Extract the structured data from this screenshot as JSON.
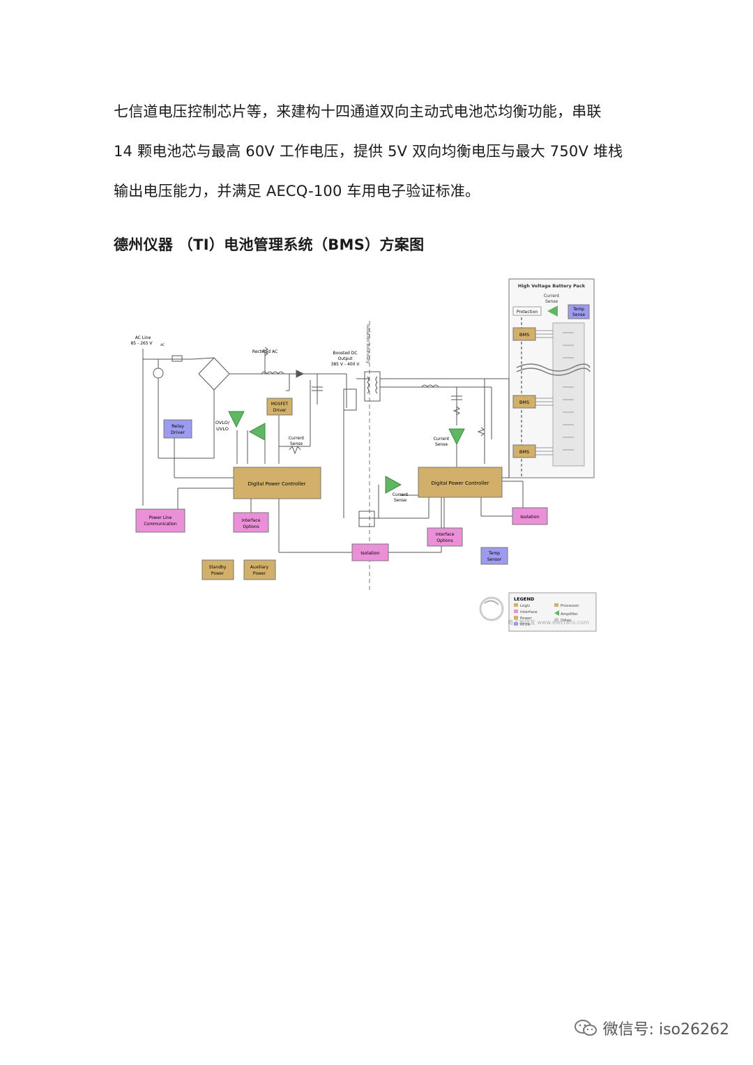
{
  "article": {
    "paragraph_lines": [
      "七信道电压控制芯片等，来建构十四通道双向主动式电池芯均衡功能，串联",
      "14 颗电池芯与最高 60V 工作电压，提供 5V 双向均衡电压与最大 750V 堆栈",
      "输出电压能力，并满足 AECQ-100 车用电子验证标准。"
    ],
    "figure_title": "德州仪器 （TI）电池管理系统（BMS）方案图"
  },
  "diagram": {
    "labels": {
      "ac_line": "AC Line",
      "ac_range": "85 - 265 V",
      "ac_sub": "AC",
      "rectified_ac": "Rectified AC",
      "boosted_dc_1": "Boosted DC",
      "boosted_dc_2": "Output",
      "boosted_dc_3": "385 V - 400 V",
      "isolation_boundary": "Isolation Boundary",
      "ovlo": "OVLO/",
      "uvlo": "UVLO",
      "current_sense_1a": "Current",
      "current_sense_1b": "Sense",
      "current_sense_2a": "Current",
      "current_sense_2b": "Sense",
      "current_sense_3a": "Current",
      "current_sense_3b": "Sense",
      "hv_pack": "High Voltage Battery Pack",
      "pack_current_a": "Current",
      "pack_current_b": "Sense"
    },
    "blocks": {
      "relay_driver": [
        "Relay",
        "Driver"
      ],
      "mosfet_driver": [
        "MOSFET",
        "Driver"
      ],
      "dpc_left": "Digital Power Controller",
      "dpc_right": "Digital Power Controller",
      "power_line": [
        "Power Line",
        "Communication"
      ],
      "interface_left": [
        "Interface",
        "Options"
      ],
      "interface_right": [
        "Interface",
        "Options"
      ],
      "isolation_mid": "Isolation",
      "isolation_right": "Isolation",
      "standby_power": [
        "Standby",
        "Power"
      ],
      "auxiliary_power": [
        "Auxiliary",
        "Power"
      ],
      "temp_sensor": [
        "Temp",
        "Sensor"
      ],
      "protection": "Protection",
      "temp_sense": [
        "Temp",
        "Sense"
      ],
      "bms_1": "BMS",
      "bms_2": "BMS",
      "bms_3": "BMS"
    },
    "legend": {
      "title": "LEGEND",
      "items": [
        "Logic",
        "Interface",
        "Power",
        "RF/IR",
        "Processor",
        "Amplifier",
        "Other"
      ]
    },
    "watermark": "电子发烧友 www.elecfans.com",
    "colors": {
      "tan": "#d2b06a",
      "purple": "#9d9bf0",
      "pink": "#ea8fd8",
      "green": "#5fb764",
      "line": "#555555"
    }
  },
  "footer": {
    "wechat_label": "微信号: iso26262"
  }
}
